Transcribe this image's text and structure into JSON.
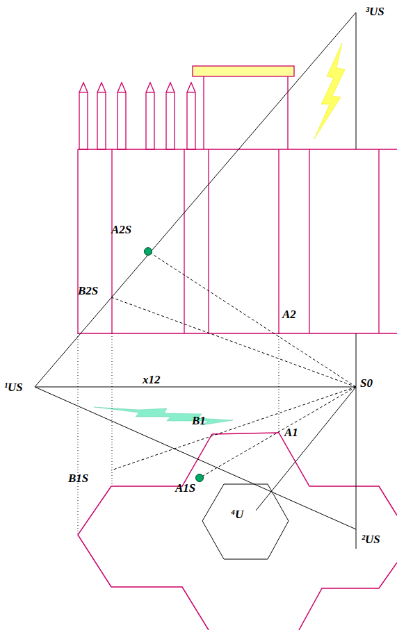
{
  "diagram": {
    "labels": [
      "³US",
      "A2S",
      "B2S",
      "A2",
      "x12",
      "¹US",
      "S0",
      "B1",
      "A1",
      "B1S",
      "A1S",
      "⁴U",
      "²US"
    ]
  }
}
